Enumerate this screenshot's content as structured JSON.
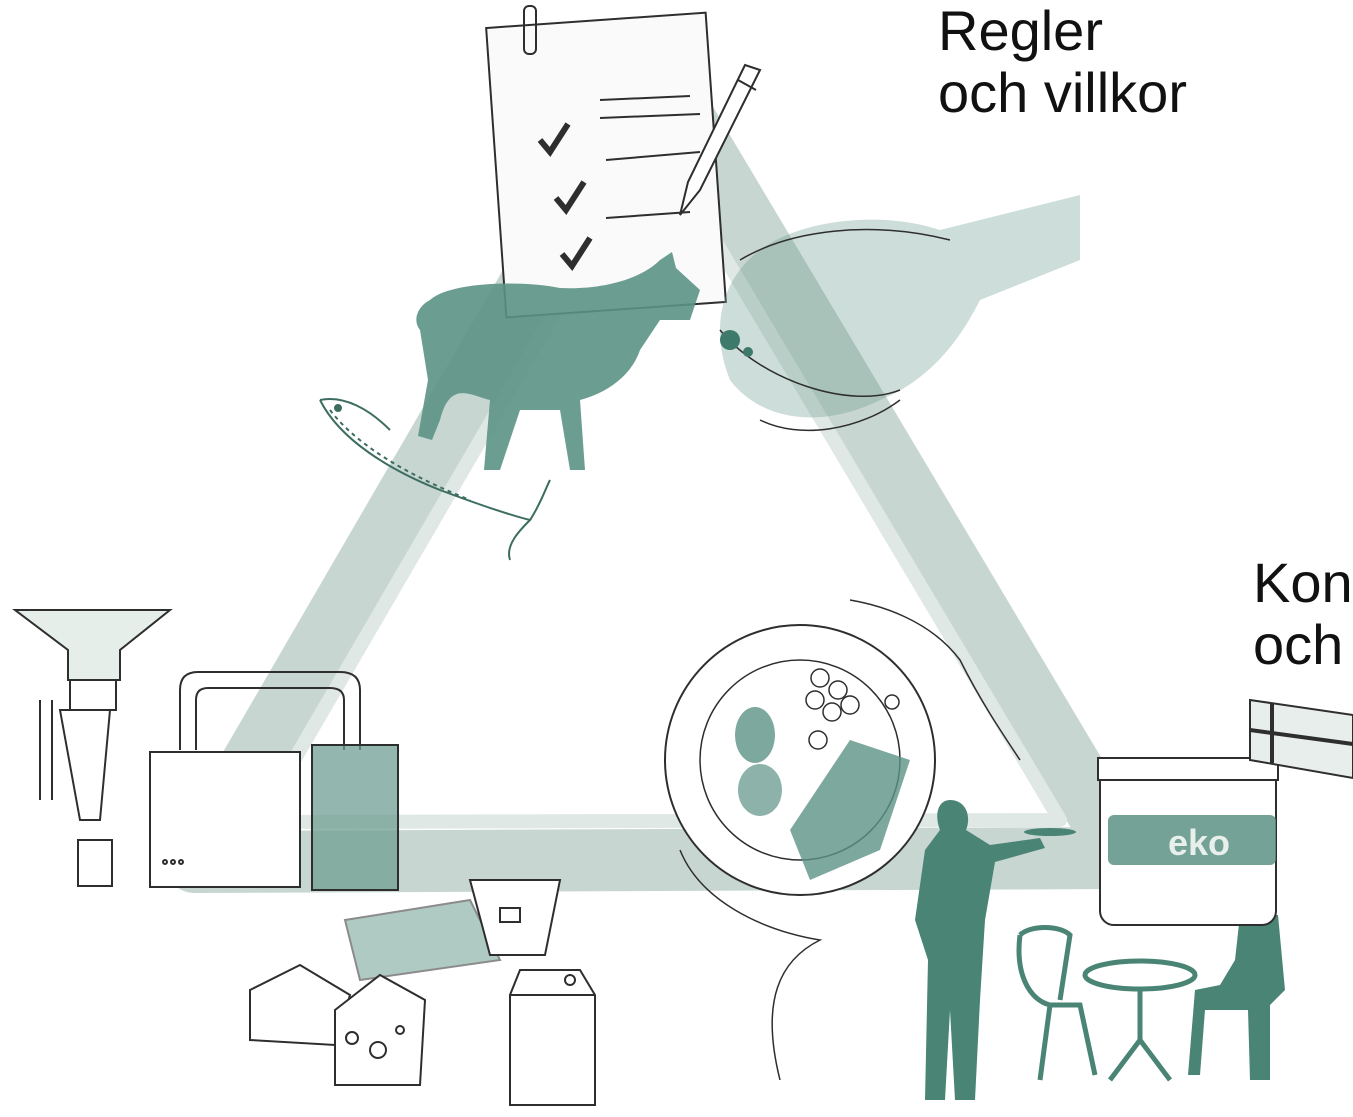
{
  "labels": {
    "rules": {
      "line1": "Regler",
      "line2": "och villkor"
    },
    "consumers": {
      "line1": "Kon",
      "line2": "och"
    }
  },
  "jar": {
    "text": "eko"
  },
  "colors": {
    "triangle": "#c7d6d0",
    "ink": "#4a8475",
    "ink_light": "#8fb3a8",
    "line": "#2e2e2e"
  },
  "icons": [
    "checklist-icon",
    "pen-icon",
    "handshake-icon",
    "cow-icon",
    "fish-icon",
    "funnel-icon",
    "pipes-icon",
    "package-icon",
    "can-icon",
    "cheese-icon",
    "yogurt-cup-icon",
    "milk-carton-icon",
    "plate-icon",
    "waiter-icon",
    "chair-icon",
    "table-icon",
    "seated-person-icon",
    "jar-icon",
    "flag-icon"
  ]
}
